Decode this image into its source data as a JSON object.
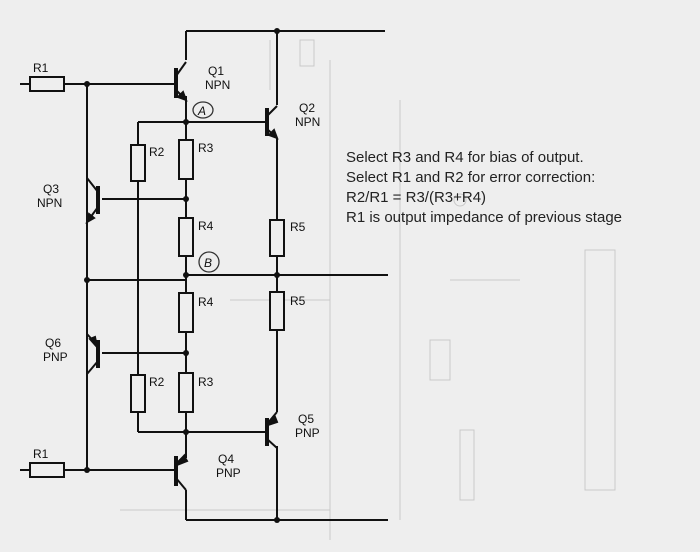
{
  "colors": {
    "paper": "#eeeeee",
    "ink": "#111111",
    "ghost": "#c9c9c9"
  },
  "transistors": {
    "q1": {
      "name": "Q1",
      "type": "NPN"
    },
    "q2": {
      "name": "Q2",
      "type": "NPN"
    },
    "q3": {
      "name": "Q3",
      "type": "NPN"
    },
    "q4": {
      "name": "Q4",
      "type": "PNP"
    },
    "q5": {
      "name": "Q5",
      "type": "PNP"
    },
    "q6": {
      "name": "Q6",
      "type": "PNP"
    }
  },
  "resistors": {
    "r1_top": "R1",
    "r1_bottom": "R1",
    "r2_top": "R2",
    "r2_bottom": "R2",
    "r3_top": "R3",
    "r3_bottom": "R3",
    "r4_top": "R4",
    "r4_bottom": "R4",
    "r5_top": "R5",
    "r5_bottom": "R5"
  },
  "nodes": {
    "a": "A",
    "b": "B"
  },
  "notes": [
    "Select R3 and R4 for bias of output.",
    "Select R1 and R2 for error correction:",
    "R2/R1 = R3/(R3+R4)",
    "R1 is output impedance of previous stage"
  ]
}
